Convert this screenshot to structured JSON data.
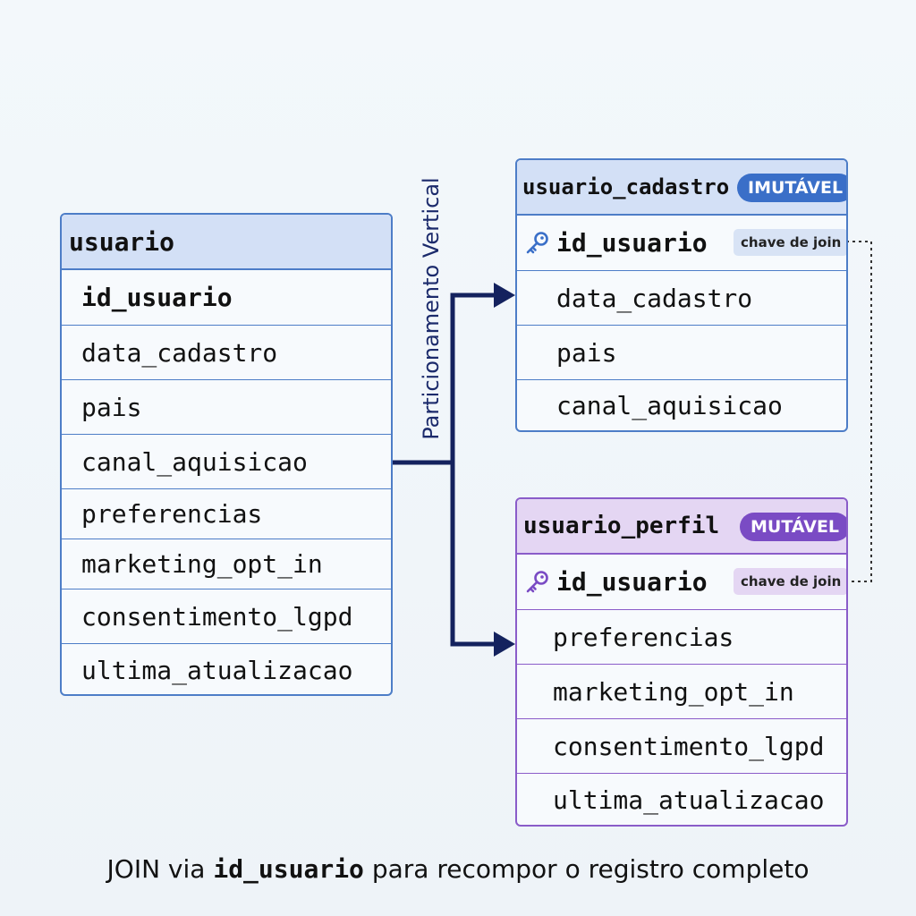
{
  "source_table": {
    "name": "usuario",
    "columns": [
      "id_usuario",
      "data_cadastro",
      "pais",
      "canal_aquisicao",
      "preferencias",
      "marketing_opt_in",
      "consentimento_lgpd",
      "ultima_atualizacao"
    ]
  },
  "split_label": "Particionamento Vertical",
  "table_cadastro": {
    "name": "usuario_cadastro",
    "badge": "IMUTÁVEL",
    "key_column": "id_usuario",
    "key_chip": "chave de join",
    "columns": [
      "data_cadastro",
      "pais",
      "canal_aquisicao"
    ]
  },
  "table_perfil": {
    "name": "usuario_perfil",
    "badge": "MUTÁVEL",
    "key_column": "id_usuario",
    "key_chip": "chave de join",
    "columns": [
      "preferencias",
      "marketing_opt_in",
      "consentimento_lgpd",
      "ultima_atualizacao"
    ]
  },
  "caption": {
    "prefix": "JOIN via",
    "key": "id_usuario",
    "suffix": "para recompor o registro completo"
  },
  "colors": {
    "blue_border": "#4d7dc7",
    "blue_badge": "#3a6fc8",
    "purple_border": "#8a5cc9",
    "purple_badge": "#7a4bc4",
    "arrow": "#14225e"
  },
  "icons": {
    "key": "key-icon"
  }
}
